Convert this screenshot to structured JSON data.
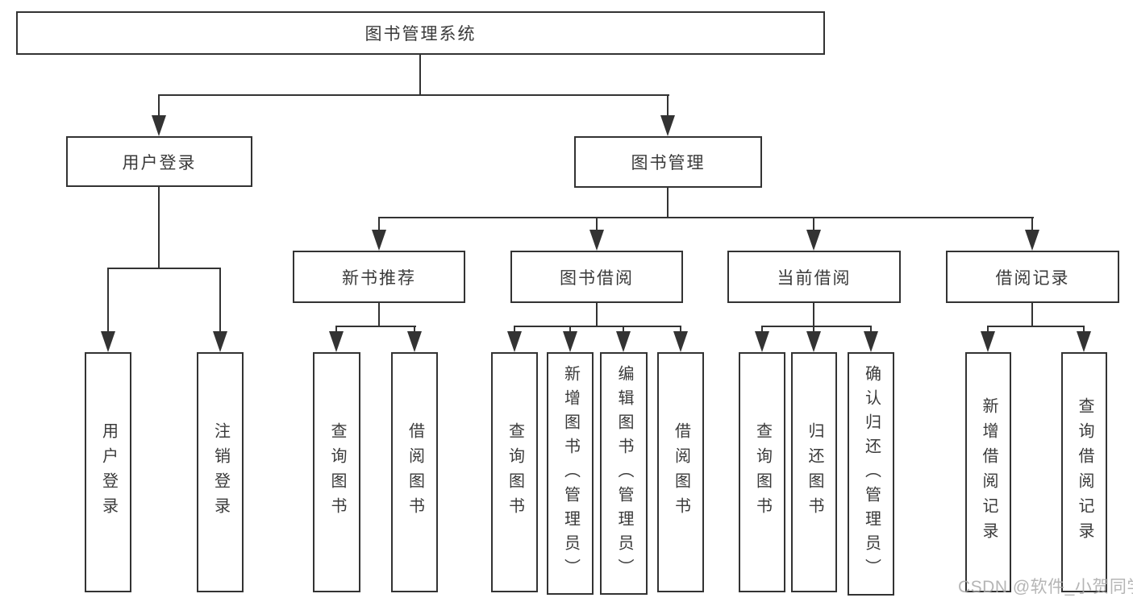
{
  "tree": {
    "root": {
      "label": "图书管理系统"
    },
    "branches": [
      {
        "label": "用户登录",
        "children": [
          {
            "label": "用户登录"
          },
          {
            "label": "注销登录"
          }
        ]
      },
      {
        "label": "图书管理",
        "children": [
          {
            "label": "新书推荐",
            "children": [
              {
                "label": "查询图书"
              },
              {
                "label": "借阅图书"
              }
            ]
          },
          {
            "label": "图书借阅",
            "children": [
              {
                "label": "查询图书"
              },
              {
                "label": "新增图书（管理员）"
              },
              {
                "label": "编辑图书（管理员）"
              },
              {
                "label": "借阅图书"
              }
            ]
          },
          {
            "label": "当前借阅",
            "children": [
              {
                "label": "查询图书"
              },
              {
                "label": "归还图书"
              },
              {
                "label": "确认归还（管理员）"
              }
            ]
          },
          {
            "label": "借阅记录",
            "children": [
              {
                "label": "新增借阅记录"
              },
              {
                "label": "查询借阅记录"
              }
            ]
          }
        ]
      }
    ]
  },
  "watermark": {
    "text": "CSDN @软件_小贺同学"
  },
  "colors": {
    "background": "#ffffff",
    "line": "#333333",
    "text": "#3a3a3a",
    "watermark": "#a8a8a8"
  }
}
